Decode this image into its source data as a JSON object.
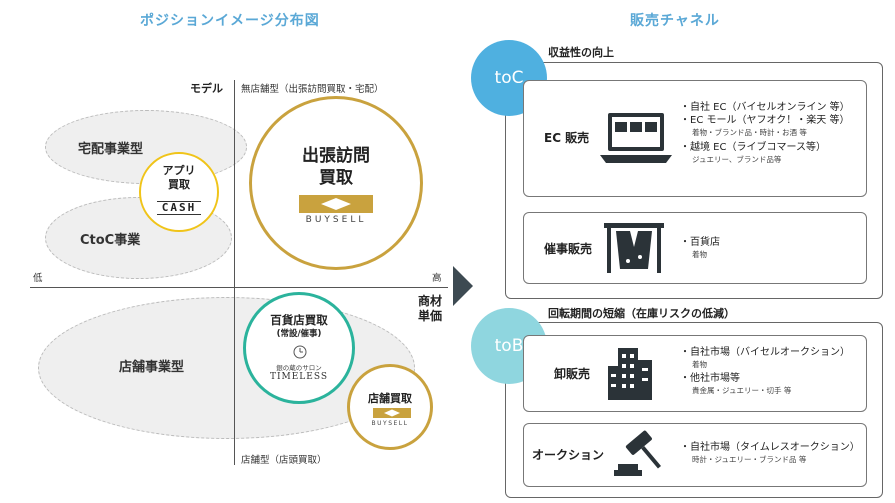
{
  "left_title": "ポジションイメージ分布図",
  "right_title": "販売チャネル",
  "axis": {
    "y_top": "モデル",
    "y_top_label": "無店舗型（出張訪問買取・宅配）",
    "y_bottom_label": "店舗型（店頭買取）",
    "x_low": "低",
    "x_high": "高",
    "x_right": "商材\n単価"
  },
  "ellipses": {
    "delivery": "宅配事業型",
    "ctoc": "CtoC事業",
    "store": "店舗事業型"
  },
  "circles": {
    "visit": {
      "line1": "出張訪問",
      "line2": "買取",
      "logo": "BUYSELL"
    },
    "app": {
      "line1": "アプリ",
      "line2": "買取",
      "logo": "CASH"
    },
    "dept": {
      "line1": "百貨店買取",
      "line2": "(常設/催事)",
      "logo_sub": "銀の蔵のサロン",
      "logo": "TIMELESS"
    },
    "store": {
      "line1": "店舗買取",
      "logo": "BUYSELL"
    }
  },
  "toc": {
    "badge": "toC",
    "heading": "収益性の向上",
    "ec": {
      "label": "EC 販売",
      "items": [
        {
          "text": "・自社 EC（バイセルオンライン 等）",
          "sub": ""
        },
        {
          "text": "・EC モール（ヤフオク！・楽天 等）",
          "sub": "着物・ブランド品・時計・お酒 等"
        },
        {
          "text": "・越境 EC（ライブコマース等）",
          "sub": "ジュエリー、ブランド品等"
        }
      ]
    },
    "event": {
      "label": "催事販売",
      "items": [
        {
          "text": "・百貨店",
          "sub": "着物"
        }
      ]
    }
  },
  "tob": {
    "badge": "toB",
    "heading": "回転期間の短縮（在庫リスクの低減）",
    "wholesale": {
      "label": "卸販売",
      "items": [
        {
          "text": "・自社市場（バイセルオークション）",
          "sub": "着物"
        },
        {
          "text": "・他社市場等",
          "sub": "貴金属・ジュエリー・切手 等"
        }
      ]
    },
    "auction": {
      "label": "オークション",
      "items": [
        {
          "text": "・自社市場（タイムレスオークション）",
          "sub": "時計・ジュエリー・ブランド品 等"
        }
      ]
    }
  },
  "colors": {
    "title": "#5aa8d6",
    "toc": "#4fb0e0",
    "tob": "#8fd6df",
    "gold": "#c9a23e",
    "teal": "#2bb39c",
    "yellow": "#f0c419"
  }
}
